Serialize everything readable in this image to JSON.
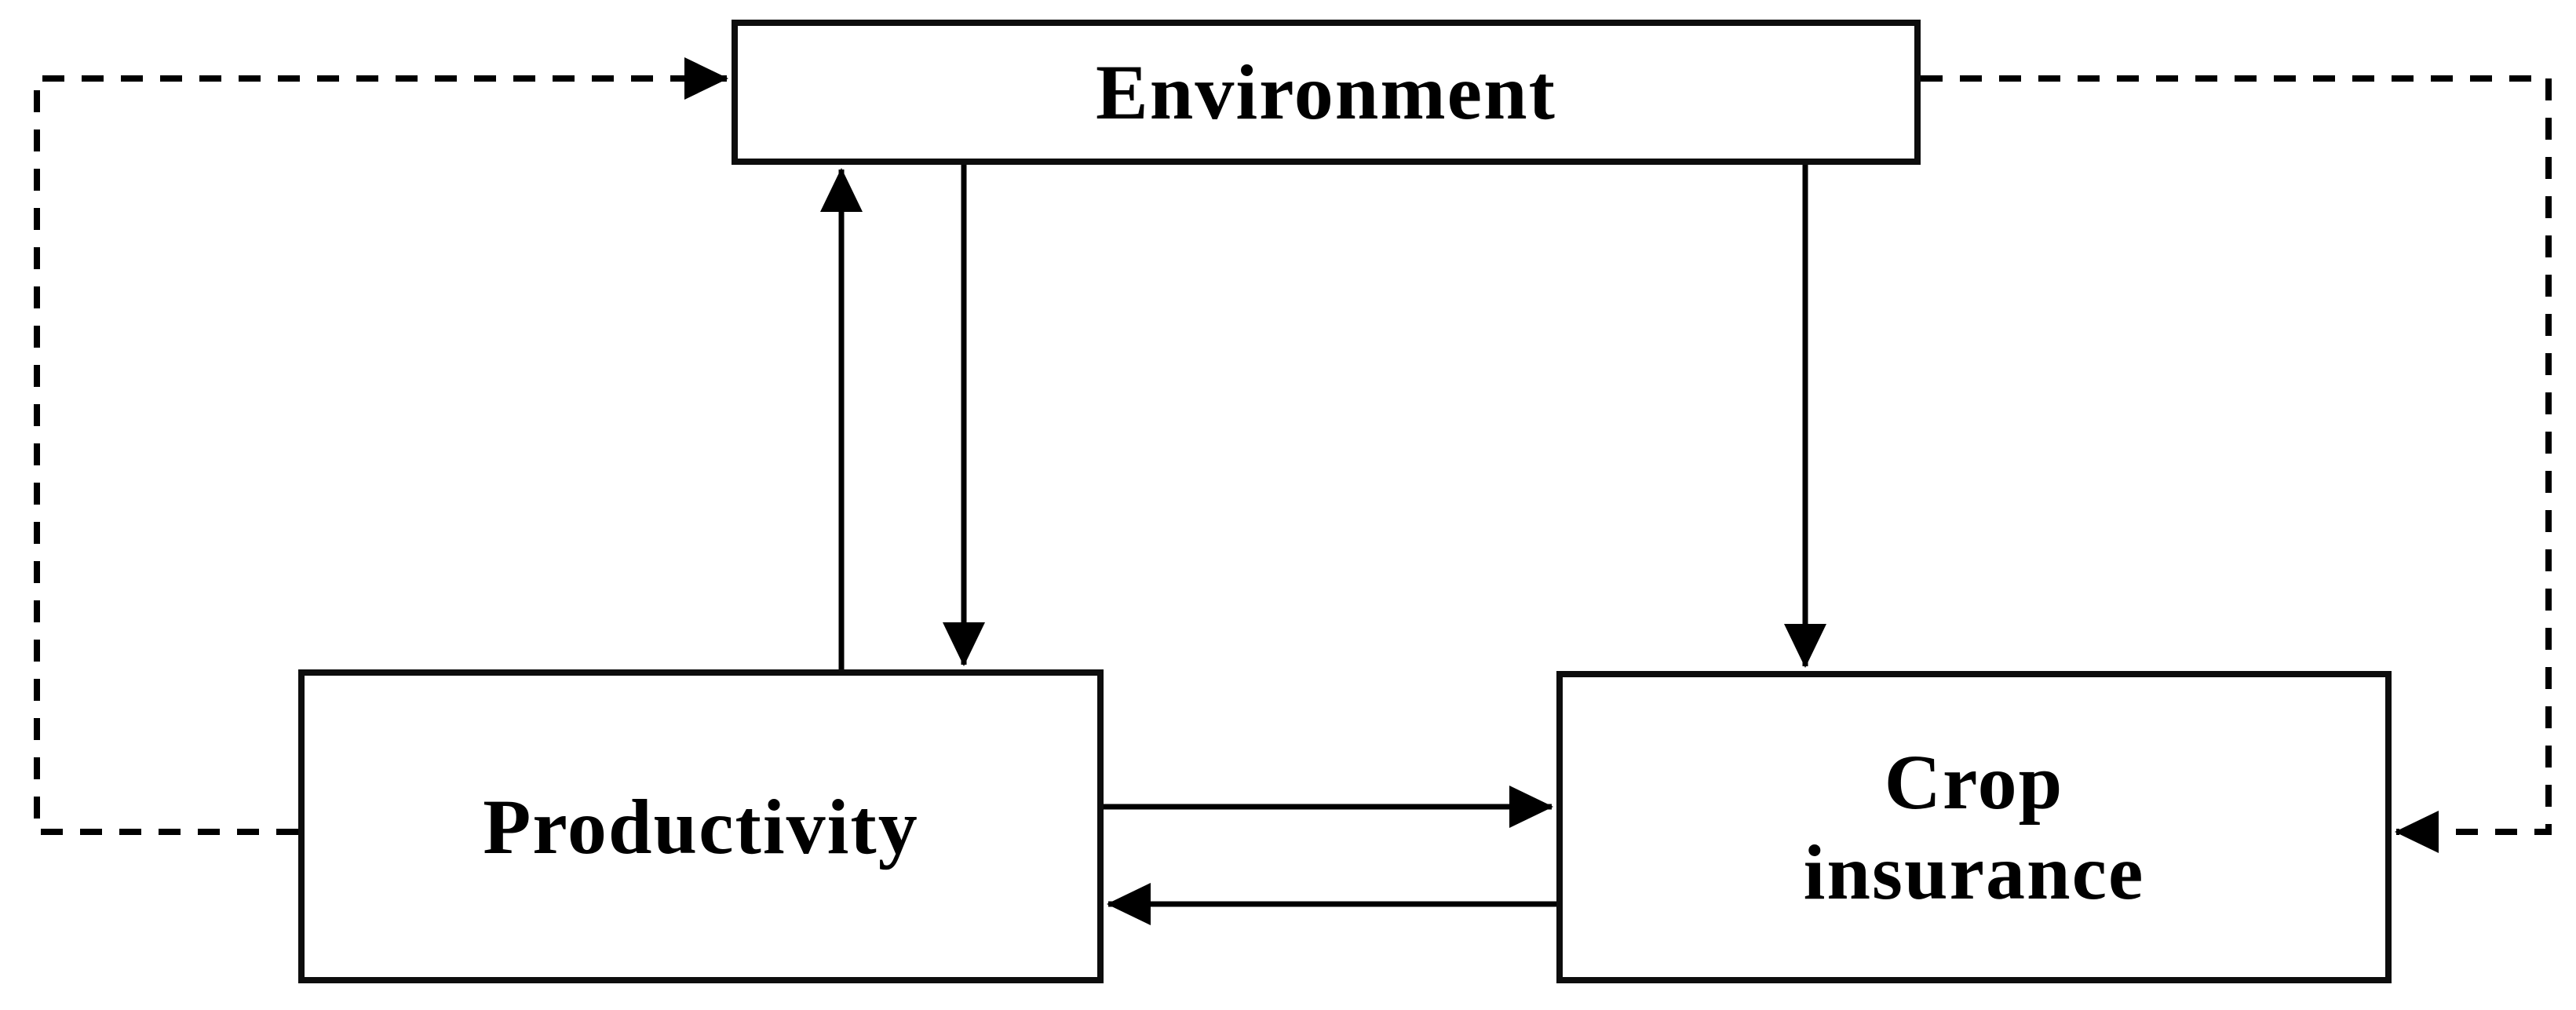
{
  "diagram": {
    "type": "flow-diagram",
    "background_color": "#ffffff",
    "line_color": "#000000",
    "box_border_color": "#0d0d0d",
    "text_color": "#000000",
    "nodes": [
      {
        "id": "environment",
        "label": "Environment"
      },
      {
        "id": "productivity",
        "label": "Productivity"
      },
      {
        "id": "crop_insurance",
        "label": "Crop\ninsurance"
      }
    ],
    "edges": [
      {
        "from": "productivity",
        "to": "environment",
        "style": "solid",
        "direction": "up"
      },
      {
        "from": "environment",
        "to": "productivity",
        "style": "solid",
        "direction": "down"
      },
      {
        "from": "environment",
        "to": "crop_insurance",
        "style": "solid",
        "direction": "down"
      },
      {
        "from": "productivity",
        "to": "crop_insurance",
        "style": "solid",
        "direction": "right"
      },
      {
        "from": "crop_insurance",
        "to": "productivity",
        "style": "solid",
        "direction": "left"
      },
      {
        "from": "productivity",
        "to": "environment",
        "style": "dashed",
        "direction": "loop-around-left-side"
      },
      {
        "from": "environment",
        "to": "crop_insurance",
        "style": "dashed",
        "direction": "loop-around-right-side"
      }
    ]
  }
}
